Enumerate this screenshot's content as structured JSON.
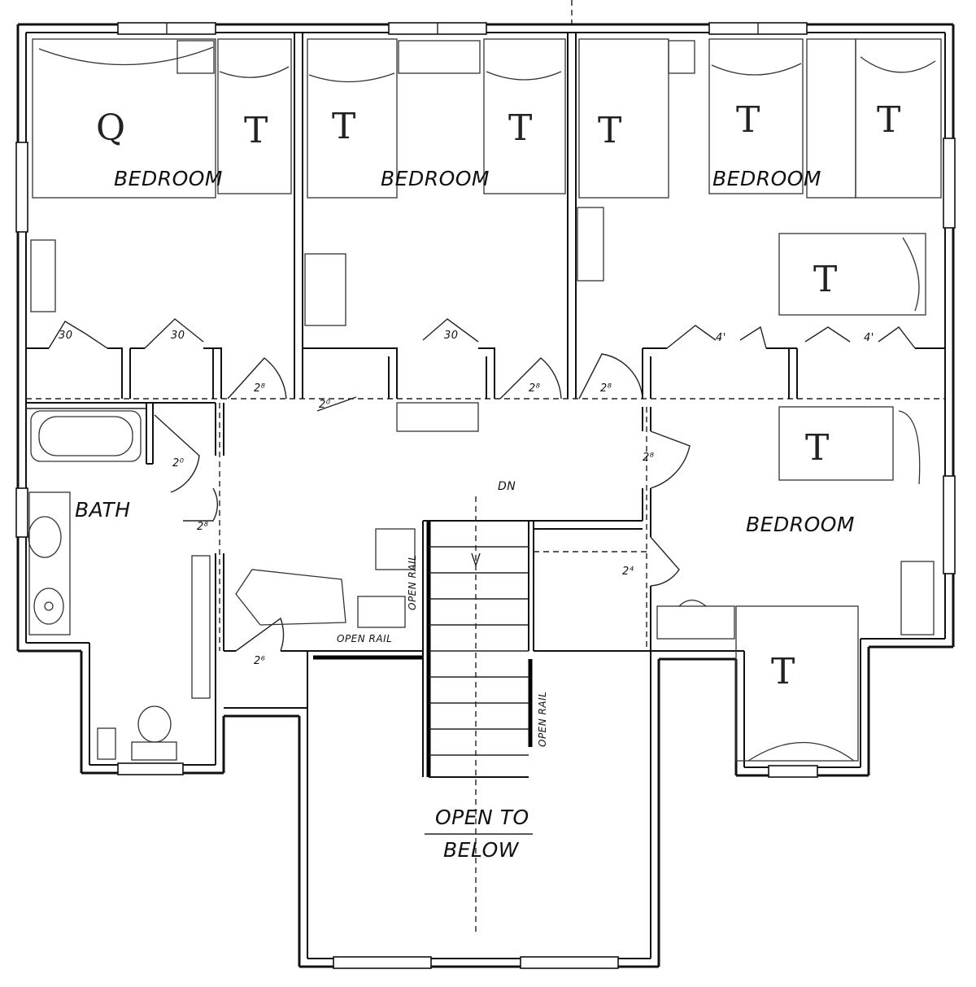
{
  "rooms": {
    "bedroom_1": "BEDROOM",
    "bedroom_2": "BEDROOM",
    "bedroom_3": "BEDROOM",
    "bedroom_4": "BEDROOM",
    "bath": "BATH",
    "open_to": "OPEN TO",
    "below": "BELOW"
  },
  "annotations": {
    "stair_direction": "DN",
    "open_rail_landing": "OPEN RAIL",
    "open_rail_stair_left": "OPEN RAIL",
    "open_rail_stair_right": "OPEN RAIL"
  },
  "bed_marks": {
    "queen": "Q",
    "twin": "T"
  },
  "closet_dims": [
    "30",
    "30",
    "30",
    "4'",
    "4'"
  ],
  "door_dims": {
    "bed1_door": "2⁸",
    "bed2_door": "2⁸",
    "bed3_door": "2⁸",
    "hall_closet": "2⁰",
    "linen": "2⁰",
    "bath_door": "2⁸",
    "bed4_door_top": "2⁸",
    "bed4_door_mid": "2⁴",
    "hall_lower": "2⁶"
  },
  "colors": {
    "ink": "#111111",
    "paper": "#ffffff"
  }
}
